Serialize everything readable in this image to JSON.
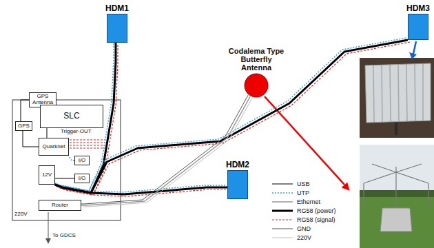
{
  "diagram": {
    "nodes": [
      {
        "text": [
          "GPS Antenna"
        ]
      },
      {
        "text": [
          "GPS"
        ]
      },
      {
        "text": [
          "SLC"
        ]
      },
      {
        "text": [
          "Quarknet"
        ]
      },
      {
        "text": [
          "12V"
        ]
      },
      {
        "text": [
          "I/O"
        ]
      },
      {
        "text": [
          "I/O"
        ]
      },
      {
        "text": [
          "Router"
        ]
      },
      {
        "text": [
          "HDM1"
        ]
      },
      {
        "text": [
          "Codalema Type Butterfly Antenna"
        ]
      },
      {
        "text": [
          "HDM2"
        ]
      },
      {
        "text": [
          "HDM3"
        ]
      }
    ],
    "edges": [
      {
        "from": 8,
        "to": 4,
        "arrow": "none"
      },
      {
        "from": 10,
        "to": 4,
        "arrow": "none"
      },
      {
        "from": 11,
        "to": 4,
        "arrow": "none"
      },
      {
        "from": 9,
        "to": 7,
        "arrow": "none"
      },
      {
        "from": 0,
        "to": 1,
        "arrow": "none"
      },
      {
        "from": 1,
        "to": 3,
        "arrow": "none"
      },
      {
        "from": 2,
        "to": 3,
        "arrow": "none"
      },
      {
        "from": 5,
        "to": 3,
        "arrow": "none"
      },
      {
        "from": 4,
        "to": 6,
        "arrow": "none"
      }
    ],
    "labels": [
      "Trigger-OUT",
      "220V",
      "To GDCS"
    ],
    "legend": [
      {
        "text": "USB"
      },
      {
        "text": "UTP"
      },
      {
        "text": "Ethernet"
      },
      {
        "text": "RG58 (power)"
      },
      {
        "text": "RG58 (signal)"
      },
      {
        "text": "GND"
      },
      {
        "text": "220V"
      }
    ]
  }
}
